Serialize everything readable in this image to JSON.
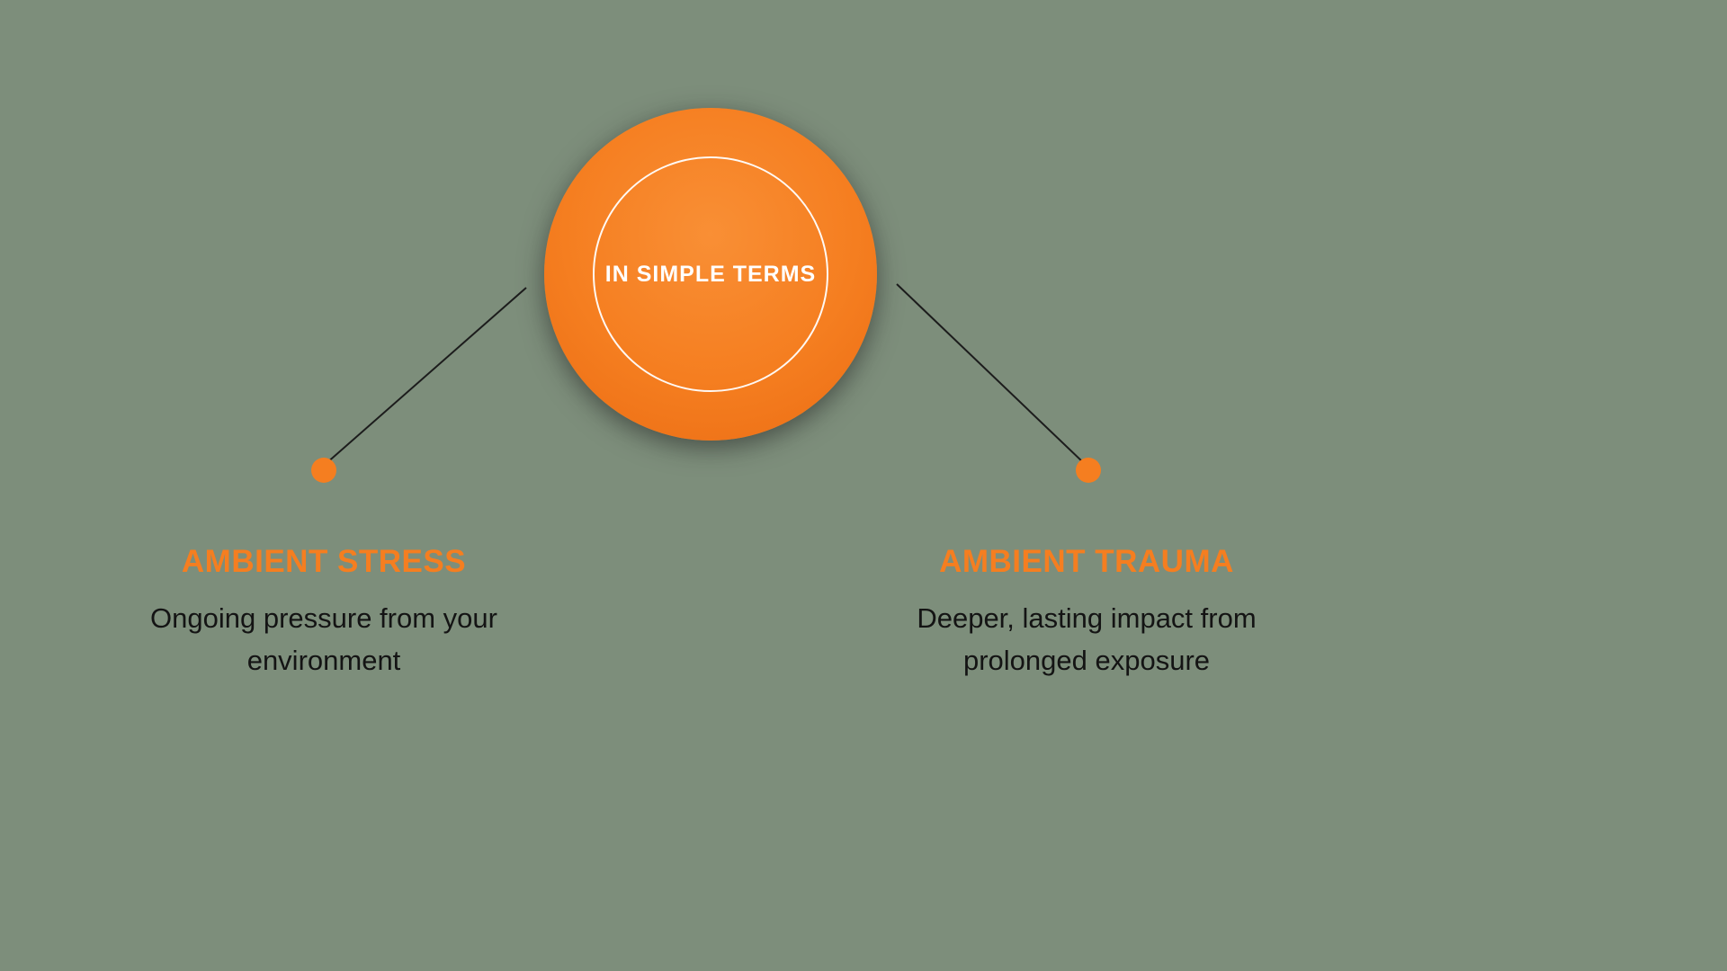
{
  "diagram": {
    "center": {
      "label": "IN SIMPLE TERMS"
    },
    "branches": [
      {
        "title": "AMBIENT STRESS",
        "description": "Ongoing pressure from your environment"
      },
      {
        "title": "AMBIENT TRAUMA",
        "description": "Deeper, lasting impact from prolonged exposure"
      }
    ],
    "colors": {
      "accent_orange": "#F57E20",
      "background_green": "#7D8E7B",
      "text_dark": "#141414",
      "line_black": "#1C1C1C",
      "white": "#FFFFFF"
    }
  }
}
